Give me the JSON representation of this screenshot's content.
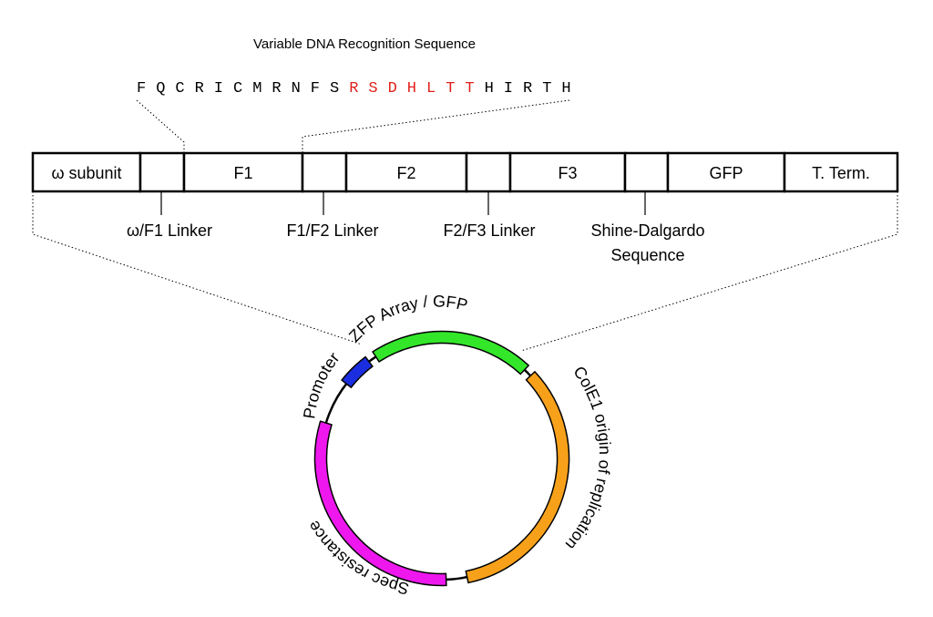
{
  "header": {
    "title": "Variable DNA Recognition Sequence"
  },
  "sequence": {
    "letters": [
      "F",
      "Q",
      "C",
      "R",
      "I",
      "C",
      "M",
      "R",
      "N",
      "F",
      "S",
      "R",
      "S",
      "D",
      "H",
      "L",
      "T",
      "T",
      "H",
      "I",
      "R",
      "T",
      "H"
    ],
    "highlight_range": [
      11,
      17
    ],
    "normal_color": "#000000",
    "highlight_color": "#e0201b"
  },
  "construct": {
    "segments": [
      {
        "id": "omega",
        "label": "ω subunit"
      },
      {
        "id": "linker1",
        "label": ""
      },
      {
        "id": "f1",
        "label": "F1"
      },
      {
        "id": "linker2",
        "label": ""
      },
      {
        "id": "f2",
        "label": "F2"
      },
      {
        "id": "linker3",
        "label": ""
      },
      {
        "id": "f3",
        "label": "F3"
      },
      {
        "id": "sd",
        "label": ""
      },
      {
        "id": "gfp",
        "label": "GFP"
      },
      {
        "id": "term",
        "label": "T. Term."
      }
    ],
    "callouts": [
      {
        "id": "w-f1-linker",
        "lines": [
          "ω/F1 Linker"
        ]
      },
      {
        "id": "f1-f2-linker",
        "lines": [
          "F1/F2 Linker"
        ]
      },
      {
        "id": "f2-f3-linker",
        "lines": [
          "F2/F3 Linker"
        ]
      },
      {
        "id": "shine-dalgardo",
        "lines": [
          "Shine-Dalgardo",
          "Sequence"
        ]
      }
    ]
  },
  "plasmid": {
    "features": [
      {
        "id": "promoter",
        "label": "Promoter",
        "color": "#1a2ee0"
      },
      {
        "id": "zfp-gfp",
        "label": "ZFP Array / GFP",
        "color": "#33e62a"
      },
      {
        "id": "cole1",
        "label": "ColE1 origin of replication",
        "color": "#f7a11a"
      },
      {
        "id": "spec",
        "label": "Spec resistance",
        "color": "#ee18ee"
      }
    ]
  }
}
